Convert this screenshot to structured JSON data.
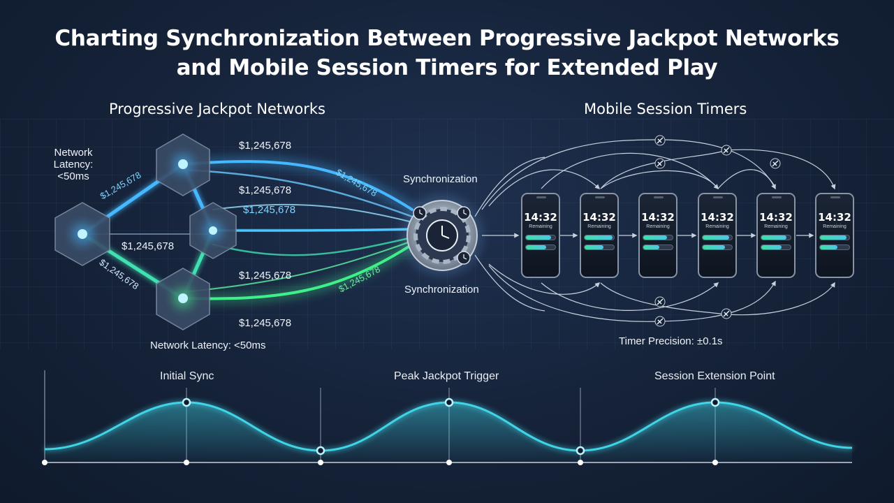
{
  "title_line1": "Charting Synchronization Between Progressive Jackpot Networks",
  "title_line2": "and Mobile Session Timers for Extended Play",
  "left_section_title": "Progressive Jackpot Networks",
  "right_section_title": "Mobile Session Timers",
  "network_latency_top": [
    "Network",
    "Latency:",
    "<50ms"
  ],
  "network_latency_bottom": "Network Latency: <50ms",
  "jackpot_amount": "$1,245,678",
  "sync_label_top": "Synchronization",
  "sync_label_bottom": "Synchronization",
  "timer_precision": "Timer Precision: ±0.1s",
  "phones": [
    {
      "time": "14:32",
      "remaining": "Remaining",
      "bar1": 0.85,
      "bar2": 0.7
    },
    {
      "time": "14:32",
      "remaining": "Remaining",
      "bar1": 0.95,
      "bar2": 0.65
    },
    {
      "time": "14:32",
      "remaining": "Remaining",
      "bar1": 0.8,
      "bar2": 0.55
    },
    {
      "time": "14:32",
      "remaining": "Remaining",
      "bar1": 0.9,
      "bar2": 0.75
    },
    {
      "time": "14:32",
      "remaining": "Remaining",
      "bar1": 0.85,
      "bar2": 0.7
    },
    {
      "time": "14:32",
      "remaining": "Remaining",
      "bar1": 0.9,
      "bar2": 0.6
    }
  ],
  "timeline": {
    "labels": [
      "Initial Sync",
      "Peak Jackpot Trigger",
      "Session Extension Point"
    ]
  },
  "colors": {
    "blue_stream": "#45b8ff",
    "green_stream": "#3ff08a",
    "cyan_wave": "#3fd4e6",
    "node_core": "#bff4ff"
  },
  "icons": [
    "hexagon-node-icon",
    "gear-clock-icon",
    "clock-icon",
    "satellite-icon",
    "smartphone-icon"
  ]
}
